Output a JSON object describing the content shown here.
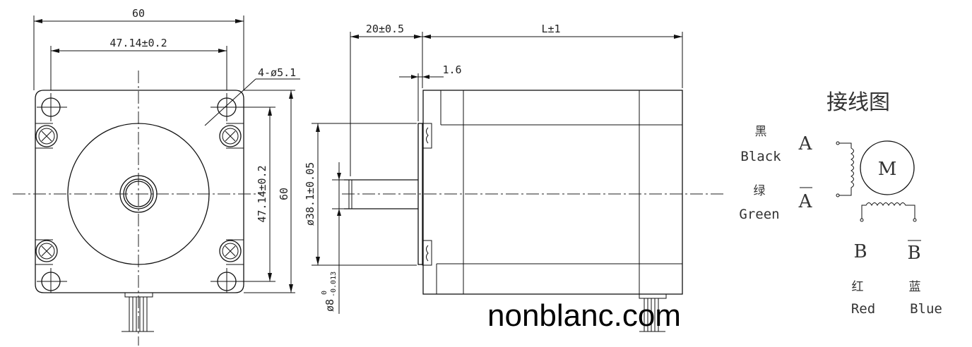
{
  "front_view": {
    "overall_width": "60",
    "hole_spacing": "47.14±0.2",
    "mount_holes": "4-ø5.1",
    "vertical_hole_spacing": "47.14±0.2",
    "overall_height": "60"
  },
  "side_view": {
    "shaft_length": "20±0.5",
    "body_length": "L±1",
    "flange_thickness": "1.6",
    "pilot_diameter": "ø38.1±0.05",
    "shaft_diameter_base": "ø8",
    "shaft_tol_upper": "0",
    "shaft_tol_lower": "-0.013"
  },
  "wiring": {
    "title": "接线图",
    "motor_label": "M",
    "phase_a": "A",
    "phase_a_bar": "A",
    "phase_b": "B",
    "phase_b_bar": "B",
    "black_cn": "黑",
    "black_en": "Black",
    "green_cn": "绿",
    "green_en": "Green",
    "red_cn": "红",
    "red_en": "Red",
    "blue_cn": "蓝",
    "blue_en": "Blue"
  },
  "watermark": "nonblanc.com"
}
